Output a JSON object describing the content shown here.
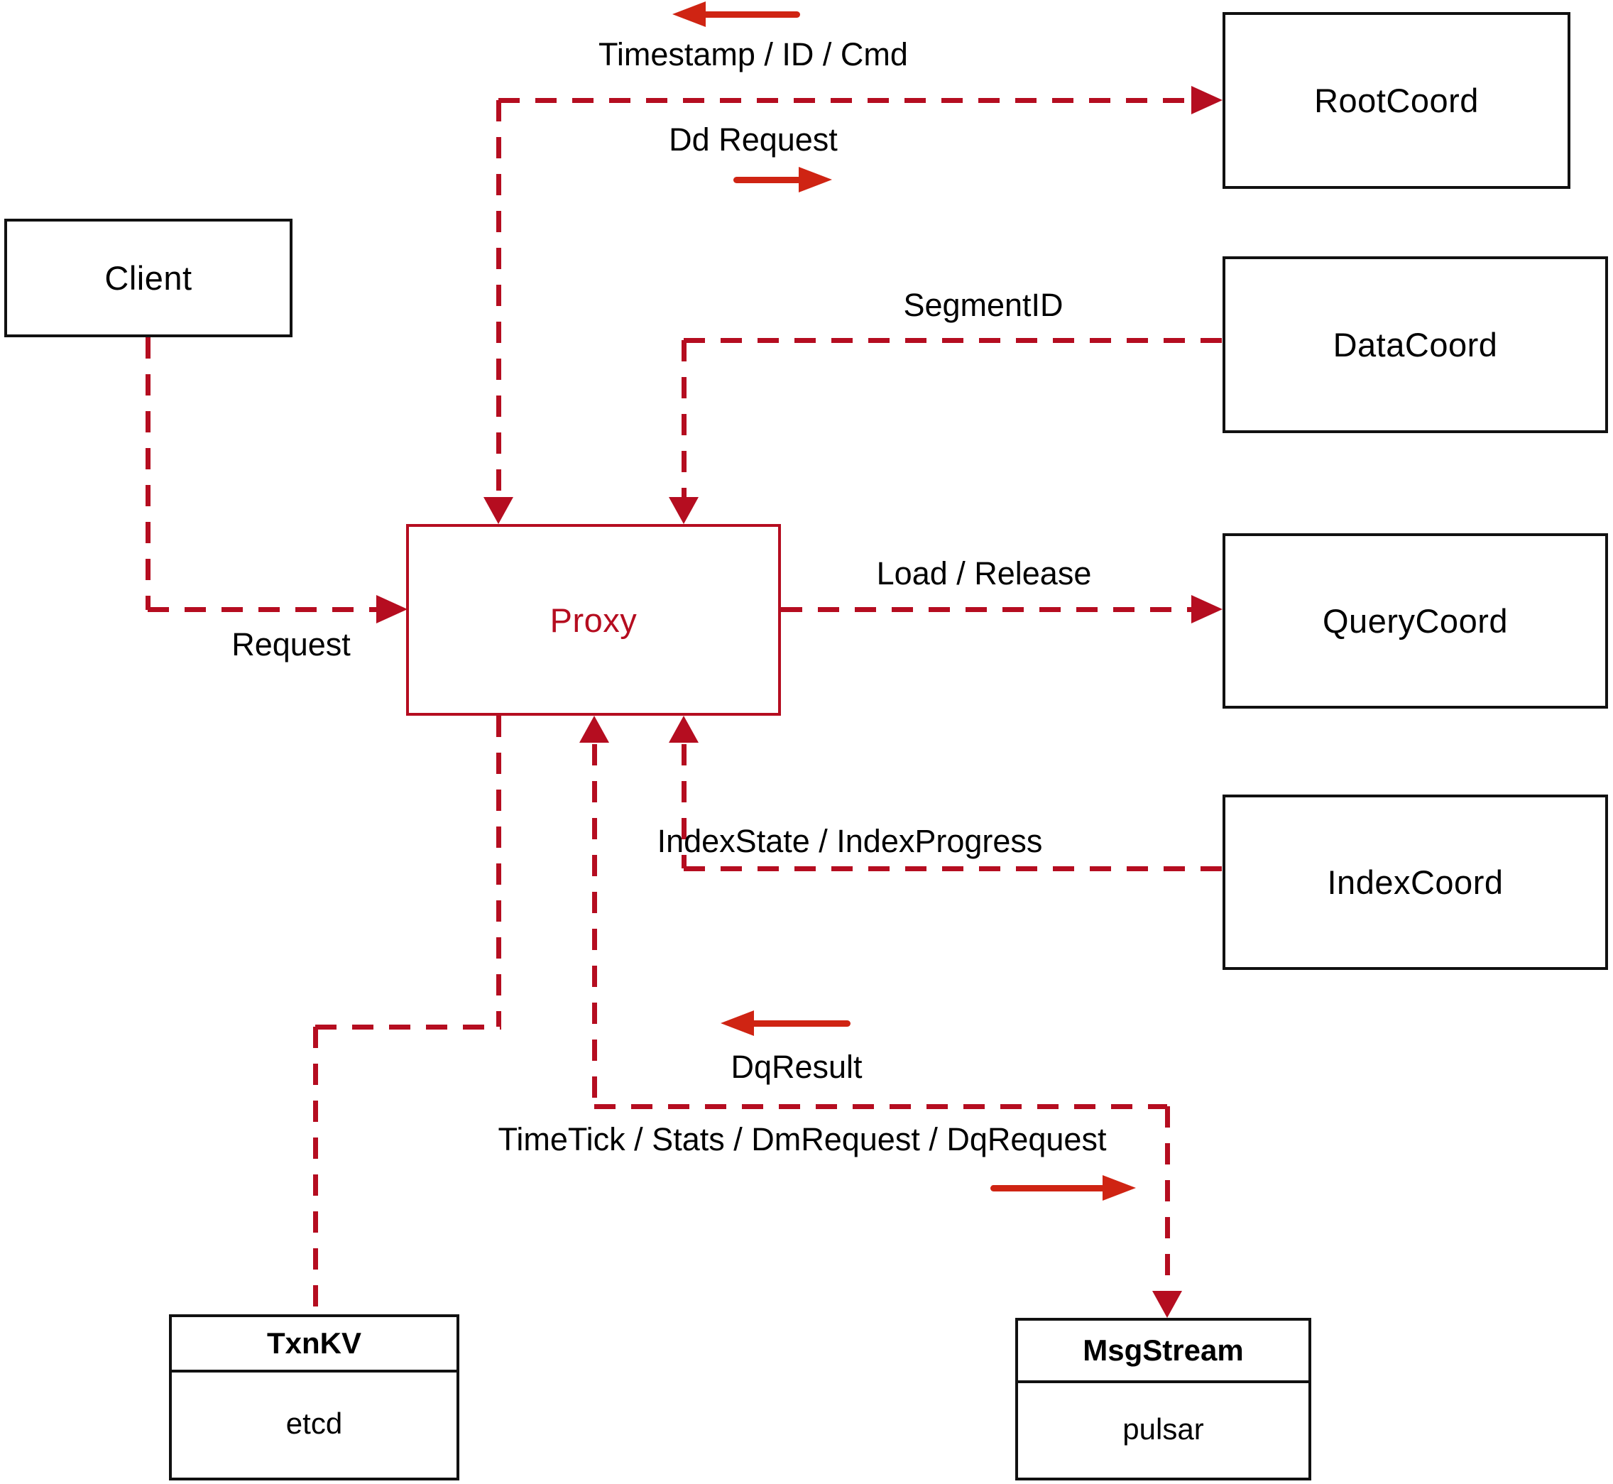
{
  "diagram": {
    "nodes": {
      "client": {
        "label": "Client"
      },
      "rootcoord": {
        "label": "RootCoord"
      },
      "datacoord": {
        "label": "DataCoord"
      },
      "querycoord": {
        "label": "QueryCoord"
      },
      "indexcoord": {
        "label": "IndexCoord"
      },
      "proxy": {
        "label": "Proxy"
      },
      "txnkv": {
        "title": "TxnKV",
        "impl": "etcd"
      },
      "msgstream": {
        "title": "MsgStream",
        "impl": "pulsar"
      }
    },
    "edges": {
      "root_link": {
        "label_top": "Timestamp / ID / Cmd",
        "label_bottom": "Dd Request"
      },
      "data_link": {
        "label": "SegmentID"
      },
      "query_link": {
        "label": "Load / Release"
      },
      "index_link": {
        "label": "IndexState / IndexProgress"
      },
      "client_link": {
        "label": "Request"
      },
      "msg_link": {
        "label_top": "DqResult",
        "label_bottom": "TimeTick / Stats / DmRequest / DqRequest"
      }
    },
    "colors": {
      "dashed_line": "#b50d20",
      "solid_arrow": "#cf2413",
      "box_border": "#111111",
      "background": "#ffffff"
    }
  }
}
